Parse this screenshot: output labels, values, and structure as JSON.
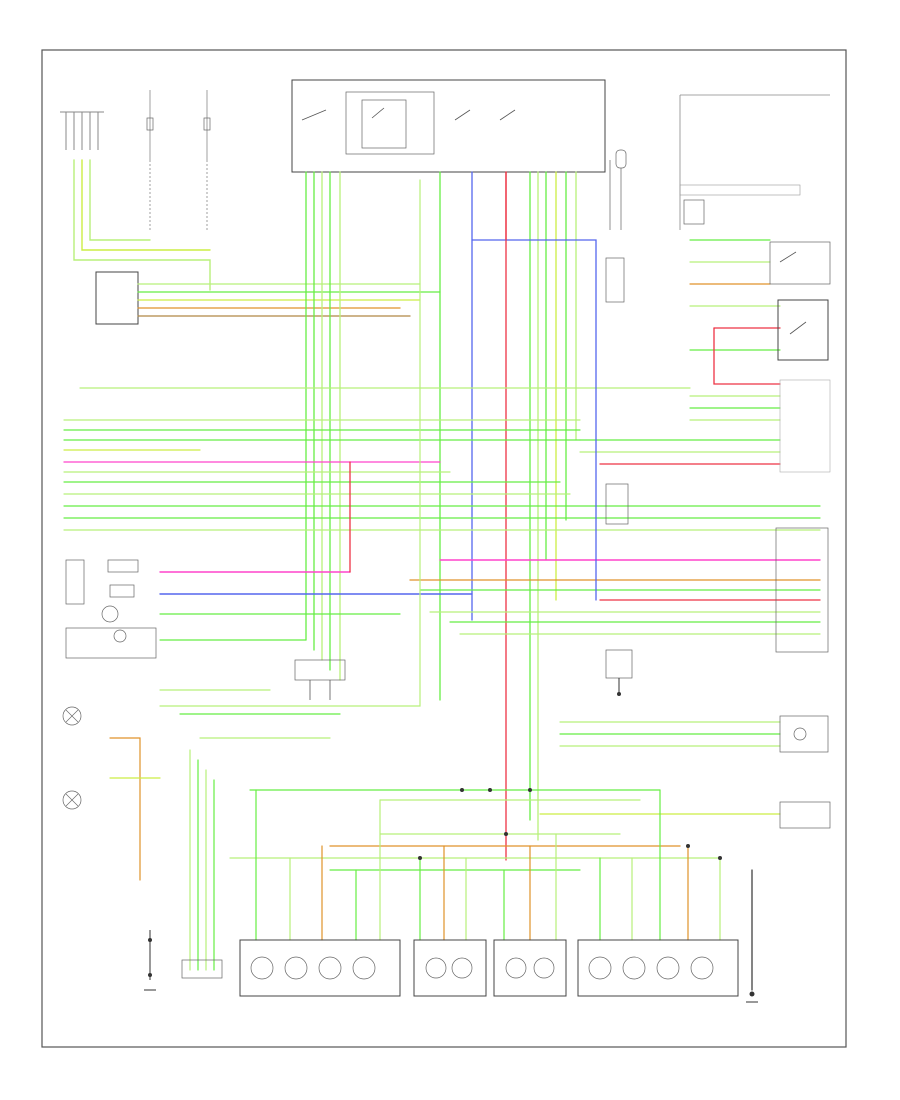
{
  "diagram": {
    "footer_code": "",
    "components": [
      {
        "id": "fuse-block",
        "label": ""
      },
      {
        "id": "combination-meter",
        "label": ""
      },
      {
        "id": "turn-signal-flasher",
        "label": ""
      },
      {
        "id": "hazard-switch",
        "label": ""
      },
      {
        "id": "turn-signal-switch",
        "label": ""
      },
      {
        "id": "brake-switch",
        "label": ""
      },
      {
        "id": "left-front-turn-light",
        "label": ""
      },
      {
        "id": "right-front-turn-light",
        "label": ""
      },
      {
        "id": "left-rear-combination-light",
        "label": ""
      },
      {
        "id": "left-high-mount-stop-light",
        "label": ""
      },
      {
        "id": "right-high-mount-stop-light",
        "label": ""
      },
      {
        "id": "right-rear-combination-light",
        "label": ""
      },
      {
        "id": "license-light",
        "label": ""
      },
      {
        "id": "backup-switch",
        "label": ""
      },
      {
        "id": "backup-light-switch",
        "label": ""
      },
      {
        "id": "ground-point-a",
        "label": ""
      },
      {
        "id": "ground-point-b",
        "label": ""
      }
    ],
    "wire_colors": {
      "green": "#66ee44",
      "light_green": "#b8f07a",
      "red": "#ee3344",
      "pink": "#ff44cc",
      "blue": "#5566ee",
      "orange": "#e0922a",
      "brown": "#b08844",
      "yellow_green": "#ccee44",
      "black": "#333333",
      "gray": "#9a9a9a"
    }
  }
}
